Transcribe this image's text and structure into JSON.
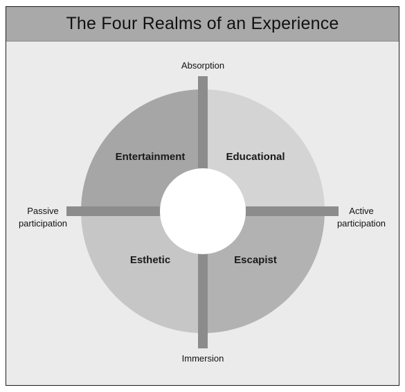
{
  "title": "The Four Realms of an Experience",
  "axes": {
    "top": "Absorption",
    "bottom": "Immersion",
    "left": [
      "Passive",
      "participation"
    ],
    "right": [
      "Active",
      "participation"
    ]
  },
  "quadrants": {
    "top_left": "Entertainment",
    "top_right": "Educational",
    "bottom_left": "Esthetic",
    "bottom_right": "Escapist"
  },
  "colors": {
    "top_left": "#a6a6a6",
    "top_right": "#d4d4d4",
    "bottom_left": "#c6c6c6",
    "bottom_right": "#b2b2b2",
    "axis_bars": "#8c8c8c",
    "center": "#ffffff"
  }
}
